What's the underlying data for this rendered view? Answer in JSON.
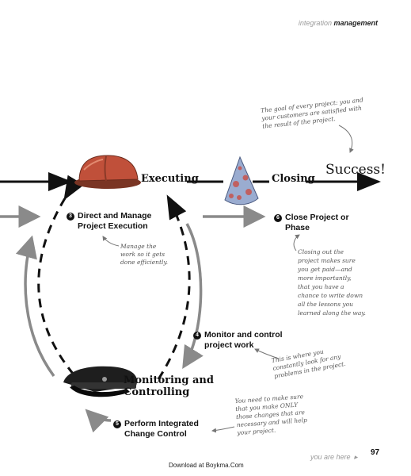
{
  "header": {
    "section": "integration",
    "title": "management"
  },
  "phases": {
    "executing": "Executing",
    "closing": "Closing",
    "success": "Success!",
    "monitoring_line1": "Monitoring and",
    "monitoring_line2": "Controlling"
  },
  "processes": {
    "p3": {
      "num": "3",
      "line1": "Direct and Manage",
      "line2": "Project Execution"
    },
    "p6": {
      "num": "6",
      "line1": "Close Project or",
      "line2": "Phase"
    },
    "p4": {
      "num": "4",
      "line1": "Monitor and control",
      "line2": "project work"
    },
    "p5": {
      "num": "5",
      "line1": "Perform Integrated",
      "line2": "Change Control"
    }
  },
  "notes": {
    "goal": [
      "The goal of every project: you and",
      "your customers are satisfied with",
      "the result of the project."
    ],
    "manage": [
      "Manage the",
      "work so it gets",
      "done efficiently."
    ],
    "closing": [
      "Closing out the",
      "project makes sure",
      "you get paid—and",
      "more importantly,",
      "that you have a",
      "chance to write down",
      "all the lessons you",
      "learned along the way."
    ],
    "monitor": [
      "This is where you",
      "constantly look for any",
      "problems in the project."
    ],
    "change": [
      "You need to make sure",
      "that you make ONLY",
      "those changes that are",
      "necessary and will help",
      "your project."
    ]
  },
  "footer": {
    "you_are_here": "you are here",
    "arrow": "▸",
    "page": "97",
    "download": "Download at Boykma.Com"
  },
  "colors": {
    "arrow_gray": "#8a8a8a",
    "arrow_black": "#111111",
    "helmet": "#c0503a",
    "cone": "#8ea0c0",
    "cap": "#222222"
  }
}
